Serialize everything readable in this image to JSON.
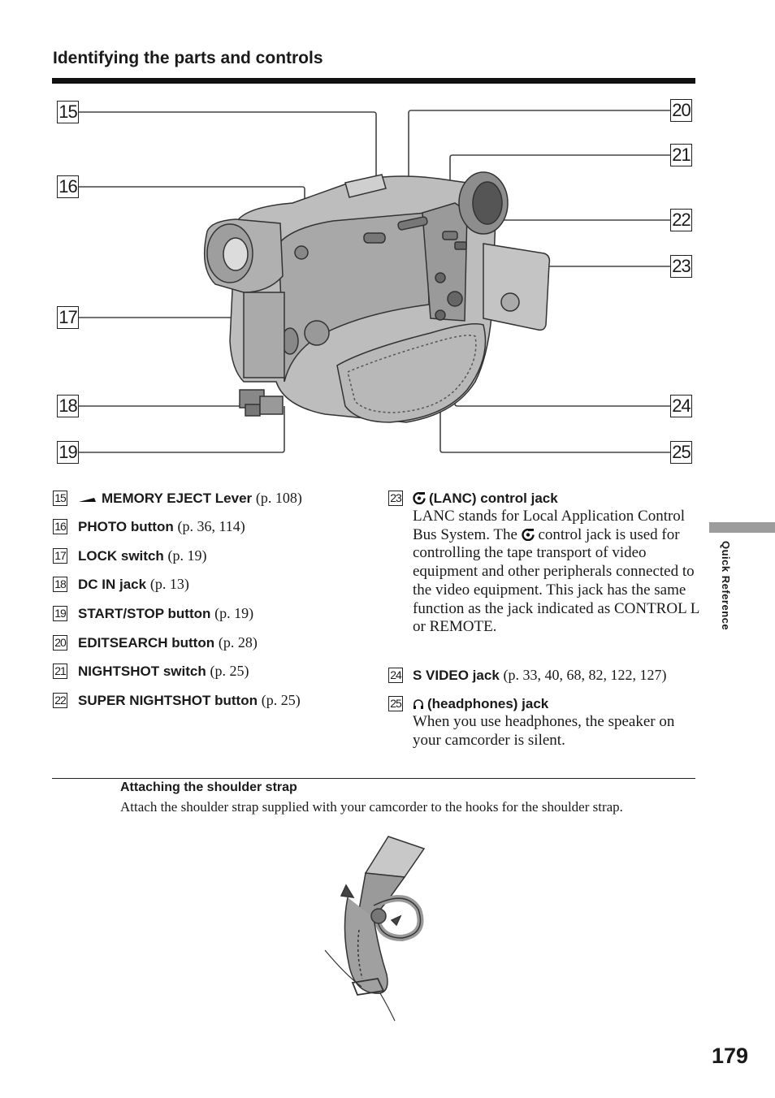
{
  "header": {
    "title": "Identifying the parts and controls"
  },
  "callouts": [
    "15",
    "16",
    "17",
    "18",
    "19",
    "20",
    "21",
    "22",
    "23",
    "24",
    "25"
  ],
  "left_items": [
    {
      "num": "15",
      "label": "MEMORY EJECT Lever",
      "ref": "(p. 108)",
      "icon": "memory-eject-icon"
    },
    {
      "num": "16",
      "label": "PHOTO button",
      "ref": "(p. 36, 114)"
    },
    {
      "num": "17",
      "label": "LOCK switch",
      "ref": "(p. 19)"
    },
    {
      "num": "18",
      "label": "DC IN jack",
      "ref": "(p. 13)"
    },
    {
      "num": "19",
      "label": "START/STOP button",
      "ref": "(p. 19)"
    },
    {
      "num": "20",
      "label": "EDITSEARCH button",
      "ref": "(p. 28)"
    },
    {
      "num": "21",
      "label": "NIGHTSHOT switch",
      "ref": "(p. 25)"
    },
    {
      "num": "22",
      "label": "SUPER NIGHTSHOT button",
      "ref": "(p. 25)"
    }
  ],
  "right_items": [
    {
      "num": "23",
      "label": "(LANC) control jack",
      "ref": "",
      "icon": "lanc-icon",
      "desc_a": "LANC stands for Local Application Control Bus System. The",
      "desc_b": "control jack is used for controlling the tape transport of video equipment and other peripherals connected to the video equipment. This jack has the same function as the jack indicated as CONTROL L or REMOTE."
    },
    {
      "num": "24",
      "label": "S VIDEO jack",
      "ref": "(p. 33, 40, 68, 82, 122, 127)"
    },
    {
      "num": "25",
      "label": "(headphones) jack",
      "ref": "",
      "icon": "headphones-icon",
      "desc_a": "When you use headphones, the speaker on your camcorder is silent.",
      "desc_b": ""
    }
  ],
  "side_label": "Quick Reference",
  "strap": {
    "title": "Attaching the shoulder strap",
    "text": "Attach the shoulder strap supplied with your camcorder to the hooks for the shoulder strap."
  },
  "page_number": "179"
}
